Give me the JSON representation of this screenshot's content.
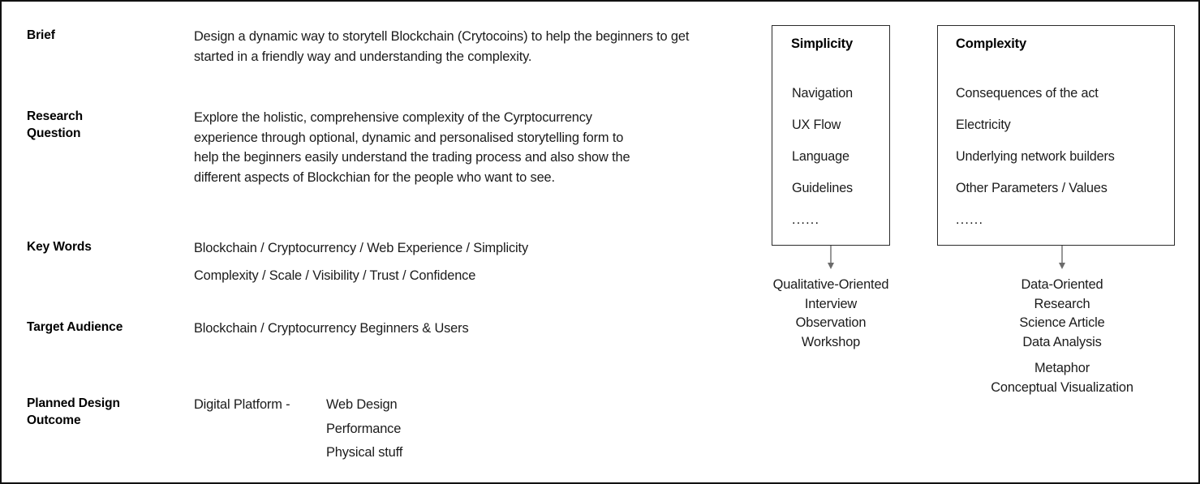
{
  "brief_table": {
    "rows": [
      {
        "label": "Brief",
        "value": "Design a dynamic way to storytell Blockchain (Crytocoins) to help the beginners to get started in a friendly way and understanding the complexity."
      },
      {
        "label": "Research Question",
        "value": "Explore the holistic, comprehensive complexity of the Cyrptocurrency experience through optional, dynamic and personalised storytelling form to help the beginners easily understand the trading process and also show the different aspects of Blockchian for the people who want to see."
      },
      {
        "label": "Key Words",
        "lines": [
          "Blockchain / Cryptocurrency / Web Experience / Simplicity",
          "Complexity / Scale / Visibility / Trust / Confidence"
        ]
      },
      {
        "label": "Target Audience",
        "value": "Blockchain / Cryptocurrency Beginners & Users"
      },
      {
        "label": "Planned Design Outcome",
        "prefix": "Digital Platform -",
        "items": [
          "Web Design",
          "Performance",
          "Physical stuff"
        ]
      }
    ]
  },
  "concept_columns": [
    {
      "title": "Simplicity",
      "items": [
        "Navigation",
        "UX Flow",
        "Language",
        "Guidelines"
      ],
      "ellipsis": "......",
      "outcome_primary": [
        "Qualitative-Oriented",
        "Interview",
        "Observation",
        "Workshop"
      ],
      "outcome_secondary": []
    },
    {
      "title": "Complexity",
      "items": [
        "Consequences of the act",
        "Electricity",
        "Underlying network builders",
        "Other Parameters / Values"
      ],
      "ellipsis": "......",
      "outcome_primary": [
        "Data-Oriented",
        "Research",
        "Science Article",
        "Data Analysis"
      ],
      "outcome_secondary": [
        "Metaphor",
        "Conceptual Visualization"
      ]
    }
  ],
  "colors": {
    "page_border": "#111111",
    "box_border": "#2b2b2b",
    "arrow": "#6b6b6b",
    "text": "#1b1b1b",
    "heading": "#000000",
    "background": "#ffffff"
  }
}
